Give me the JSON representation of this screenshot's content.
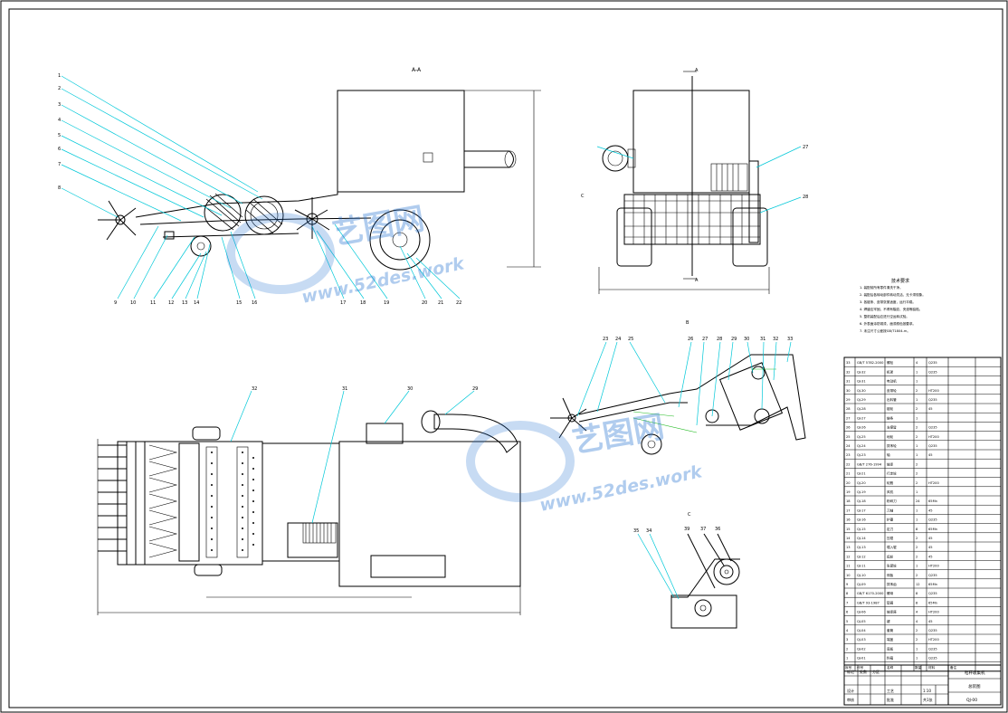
{
  "sheet": {
    "border_color": "#000000"
  },
  "views": {
    "section_AA": {
      "label": "A-A"
    },
    "side_view": {
      "marker_top": "A",
      "marker_bottom": "A",
      "side_letter": "C"
    },
    "detail_B": {
      "label": "B"
    },
    "detail_C": {
      "label": "C"
    }
  },
  "callouts_top": [
    "1",
    "2",
    "3",
    "4",
    "5",
    "6",
    "7",
    "8"
  ],
  "callouts_bottom": [
    "9",
    "10",
    "11",
    "12",
    "13",
    "14",
    "15",
    "16",
    "17",
    "18",
    "19",
    "20",
    "21",
    "22"
  ],
  "callouts_side": [
    "27",
    "28"
  ],
  "callouts_plan": [
    "32",
    "31",
    "30",
    "29"
  ],
  "callouts_detail_B": [
    "23",
    "24",
    "25",
    "26",
    "27",
    "28",
    "29",
    "30",
    "31",
    "32",
    "33"
  ],
  "callouts_detail_C": [
    "35",
    "34",
    "39",
    "37",
    "36"
  ],
  "tech_requirements": {
    "title": "技术要求",
    "lines": [
      "1. 装配前所有零件清洗干净。",
      "2. 装配后各转动部件转动灵活，无卡滞现象。",
      "3. 各链条、皮带张紧适度，运行平稳。",
      "4. 焊缝应牢固，不得有裂纹、夹渣等缺陷。",
      "5. 整机装配后应进行空运转试验。",
      "6. 外表面涂防锈漆，面漆颜色按要求。",
      "7. 未注尺寸公差按GB/T1804-m。"
    ]
  },
  "bom": {
    "rows": [
      {
        "no": "33",
        "code": "GB/T 5782-2000",
        "name": "螺栓",
        "qty": "4",
        "mat": "Q235"
      },
      {
        "no": "32",
        "code": "QJ-32",
        "name": "机架",
        "qty": "1",
        "mat": "Q235"
      },
      {
        "no": "31",
        "code": "QJ-31",
        "name": "电动机",
        "qty": "1",
        "mat": ""
      },
      {
        "no": "30",
        "code": "QJ-30",
        "name": "皮带轮",
        "qty": "2",
        "mat": "HT200"
      },
      {
        "no": "29",
        "code": "QJ-29",
        "name": "出料管",
        "qty": "1",
        "mat": "Q235"
      },
      {
        "no": "28",
        "code": "QJ-28",
        "name": "链轮",
        "qty": "2",
        "mat": "45"
      },
      {
        "no": "27",
        "code": "QJ-27",
        "name": "链条",
        "qty": "1",
        "mat": ""
      },
      {
        "no": "26",
        "code": "QJ-26",
        "name": "支撑臂",
        "qty": "2",
        "mat": "Q235"
      },
      {
        "no": "25",
        "code": "QJ-25",
        "name": "地轮",
        "qty": "2",
        "mat": "HT200"
      },
      {
        "no": "24",
        "code": "QJ-24",
        "name": "拨禾轮",
        "qty": "1",
        "mat": "Q235"
      },
      {
        "no": "23",
        "code": "QJ-23",
        "name": "轴",
        "qty": "1",
        "mat": "45"
      },
      {
        "no": "22",
        "code": "GB/T 276-1994",
        "name": "轴承",
        "qty": "2",
        "mat": ""
      },
      {
        "no": "21",
        "code": "QJ-21",
        "name": "行走轮",
        "qty": "2",
        "mat": ""
      },
      {
        "no": "20",
        "code": "QJ-20",
        "name": "轮毂",
        "qty": "2",
        "mat": "HT200"
      },
      {
        "no": "19",
        "code": "QJ-19",
        "name": "风机",
        "qty": "1",
        "mat": ""
      },
      {
        "no": "18",
        "code": "QJ-18",
        "name": "粉碎刀",
        "qty": "24",
        "mat": "65Mn"
      },
      {
        "no": "17",
        "code": "QJ-17",
        "name": "刀轴",
        "qty": "1",
        "mat": "45"
      },
      {
        "no": "16",
        "code": "QJ-16",
        "name": "护罩",
        "qty": "1",
        "mat": "Q235"
      },
      {
        "no": "15",
        "code": "QJ-15",
        "name": "定刀",
        "qty": "8",
        "mat": "65Mn"
      },
      {
        "no": "14",
        "code": "QJ-14",
        "name": "压辊",
        "qty": "2",
        "mat": "45"
      },
      {
        "no": "13",
        "code": "QJ-13",
        "name": "喂入辊",
        "qty": "2",
        "mat": "45"
      },
      {
        "no": "12",
        "code": "QJ-12",
        "name": "齿轮",
        "qty": "2",
        "mat": "45"
      },
      {
        "no": "11",
        "code": "QJ-11",
        "name": "张紧轮",
        "qty": "1",
        "mat": "HT200"
      },
      {
        "no": "10",
        "code": "QJ-10",
        "name": "侧板",
        "qty": "2",
        "mat": "Q235"
      },
      {
        "no": "9",
        "code": "QJ-09",
        "name": "拨禾齿",
        "qty": "12",
        "mat": "65Mn"
      },
      {
        "no": "8",
        "code": "GB/T 6170-2000",
        "name": "螺母",
        "qty": "8",
        "mat": "Q235"
      },
      {
        "no": "7",
        "code": "GB/T 93-1987",
        "name": "垫圈",
        "qty": "8",
        "mat": "65Mn"
      },
      {
        "no": "6",
        "code": "QJ-06",
        "name": "轴承座",
        "qty": "4",
        "mat": "HT200"
      },
      {
        "no": "5",
        "code": "QJ-05",
        "name": "键",
        "qty": "4",
        "mat": "45"
      },
      {
        "no": "4",
        "code": "QJ-04",
        "name": "套筒",
        "qty": "2",
        "mat": "Q235"
      },
      {
        "no": "3",
        "code": "QJ-03",
        "name": "端盖",
        "qty": "2",
        "mat": "HT200"
      },
      {
        "no": "2",
        "code": "QJ-02",
        "name": "底板",
        "qty": "1",
        "mat": "Q235"
      },
      {
        "no": "1",
        "code": "QJ-01",
        "name": "料箱",
        "qty": "1",
        "mat": "Q235"
      }
    ],
    "header": {
      "no": "序号",
      "code": "代号",
      "name": "名称",
      "qty": "数量",
      "mat": "材料",
      "note": "备注"
    }
  },
  "title_block": {
    "title": "秸秆收集机",
    "drawing": "总装图",
    "scale": "1:10",
    "sheet": "共1张",
    "org": "QJ-00",
    "cells": [
      "标记",
      "处数",
      "分区",
      "设计",
      "审核",
      "工艺",
      "批准"
    ]
  },
  "watermark": {
    "brand": "艺图网",
    "url": "www.52des.work",
    "color": "#1f6fd1"
  }
}
